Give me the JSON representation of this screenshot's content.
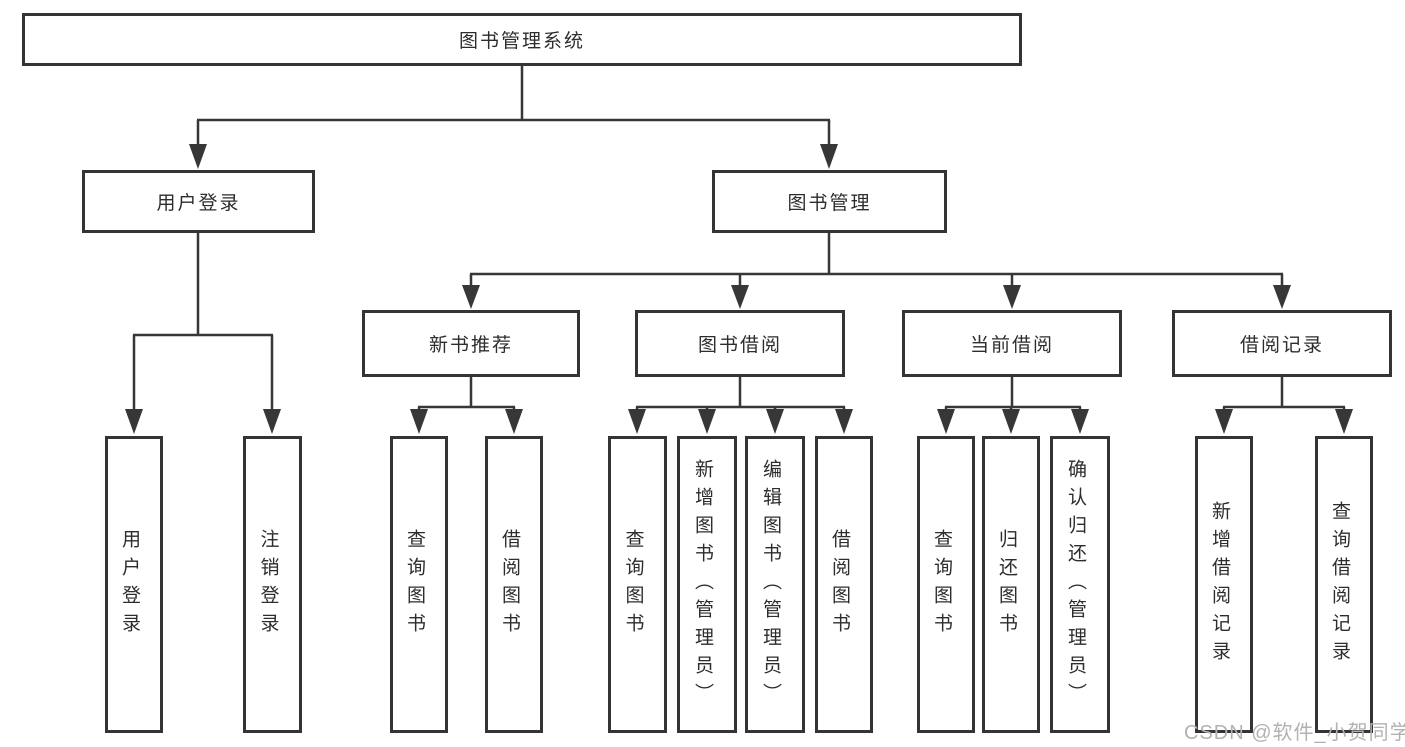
{
  "diagram": {
    "type": "hierarchy",
    "root": {
      "label": "图书管理系统"
    },
    "branches": [
      {
        "label": "用户登录",
        "children": [
          {
            "label": "用户登录"
          },
          {
            "label": "注销登录"
          }
        ]
      },
      {
        "label": "图书管理",
        "children": [
          {
            "label": "新书推荐",
            "children": [
              {
                "label": "查询图书"
              },
              {
                "label": "借阅图书"
              }
            ]
          },
          {
            "label": "图书借阅",
            "children": [
              {
                "label": "查询图书"
              },
              {
                "label": "新增图书（管理员）"
              },
              {
                "label": "编辑图书（管理员）"
              },
              {
                "label": "借阅图书"
              }
            ]
          },
          {
            "label": "当前借阅",
            "children": [
              {
                "label": "查询图书"
              },
              {
                "label": "归还图书"
              },
              {
                "label": "确认归还（管理员）"
              }
            ]
          },
          {
            "label": "借阅记录",
            "children": [
              {
                "label": "新增借阅记录"
              },
              {
                "label": "查询借阅记录"
              }
            ]
          }
        ]
      }
    ],
    "colors": {
      "line": "#373737",
      "box_border": "#343434",
      "text": "#2d2d2d",
      "background": "#ffffff",
      "watermark": "#b2b2b2"
    }
  },
  "watermark": {
    "text": "CSDN @软件_小贺同学"
  }
}
